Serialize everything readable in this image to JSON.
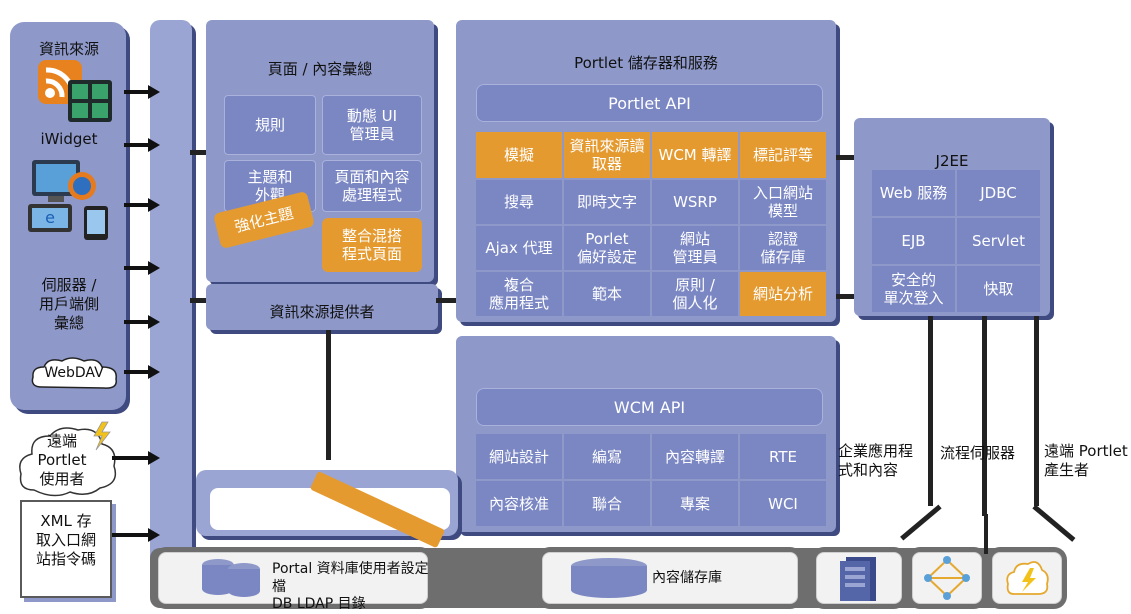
{
  "left_column": {
    "feeds_label": "資訊來源",
    "iwidget_label": "iWidget",
    "server_agg_label": "伺服器 /\n用戶端側\n彙總",
    "webdav_label": "WebDAV",
    "remote_consumer_label": "遠端\nPortlet\n使用者",
    "xml_label": "XML 存\n取入口網\n站指令碼"
  },
  "aggregation": {
    "title": "頁面 / 內容彙總",
    "cells": [
      "規則",
      "動態 UI\n管理員",
      "主題和\n外觀",
      "頁面和內容\n處理程式",
      "整合混搭\n程式頁面"
    ],
    "theme_tag": "強化主題"
  },
  "feed_provider_label": "資訊來源提供者",
  "portlet_container": {
    "title": "Portlet 儲存器和服務",
    "api_label": "Portlet API",
    "cells": [
      {
        "text": "模擬",
        "color": "orange"
      },
      {
        "text": "資訊來源讀\n取器",
        "color": "orange"
      },
      {
        "text": "WCM 轉譯",
        "color": "orange"
      },
      {
        "text": "標記評等",
        "color": "orange"
      },
      {
        "text": "搜尋",
        "color": "blue"
      },
      {
        "text": "即時文字",
        "color": "blue"
      },
      {
        "text": "WSRP",
        "color": "blue"
      },
      {
        "text": "入口網站\n模型",
        "color": "blue"
      },
      {
        "text": "Ajax 代理",
        "color": "blue"
      },
      {
        "text": "Porlet\n偏好設定",
        "color": "blue"
      },
      {
        "text": "網站\n管理員",
        "color": "blue"
      },
      {
        "text": "認證\n儲存庫",
        "color": "blue"
      },
      {
        "text": "複合\n應用程式",
        "color": "blue"
      },
      {
        "text": "範本",
        "color": "blue"
      },
      {
        "text": "原則 /\n個人化",
        "color": "blue"
      },
      {
        "text": "網站分析",
        "color": "orange"
      }
    ]
  },
  "wcm": {
    "api_label": "WCM API",
    "cells": [
      "網站設計",
      "編寫",
      "內容轉譯",
      "RTE",
      "內容核准",
      "聯合",
      "專案",
      "WCI"
    ]
  },
  "j2ee": {
    "title": "J2EE",
    "cells": [
      "Web 服務",
      "JDBC",
      "EJB",
      "Servlet",
      "安全的\n單次登入",
      "快取"
    ]
  },
  "bottom": {
    "portal_db_label": "Portal 資料庫使用者設定檔\nDB LDAP 目錄",
    "content_repo_label": "內容儲存庫"
  },
  "right_labels": {
    "enterprise": "企業應用程\n式和內容",
    "process_server": "流程伺服器",
    "remote_producer": "遠端 Portlet\n產生者"
  },
  "colors": {
    "panel": "#8e99c9",
    "cell_blue": "#7b87c3",
    "cell_orange": "#e59a2f",
    "shadow": "#3e4a80"
  },
  "icons": [
    "rss-feed-icon",
    "widget-grid-icon",
    "computer-devices-icon",
    "webdav-cloud-icon",
    "lightning-cloud-icon",
    "xml-document-icon",
    "database-icon",
    "server-tower-icon",
    "process-network-icon"
  ]
}
